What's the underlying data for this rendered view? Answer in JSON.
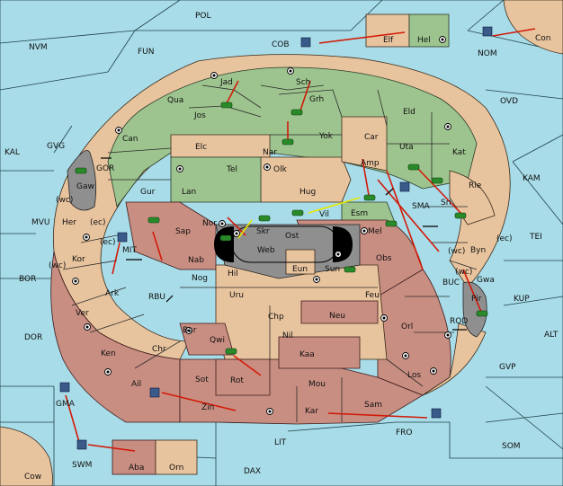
{
  "title": "Diplomacy variant map",
  "sea_labels": [
    "POL",
    "NVM",
    "FUN",
    "COB",
    "NOM",
    "OVD",
    "KAL",
    "GVG",
    "GOR",
    "KAM",
    "MVU",
    "TEI",
    "BOR",
    "MIT",
    "RBU",
    "BUC",
    "KUP",
    "DOR",
    "ROD",
    "ALT",
    "GVP",
    "FRO",
    "SOM",
    "LIT",
    "DAX",
    "GMA",
    "SWM",
    "Cow",
    "Con",
    "SMA"
  ],
  "land_labels": [
    "Elf",
    "Hel",
    "Jad",
    "Sch",
    "Qua",
    "Grh",
    "Jos",
    "Eld",
    "Can",
    "Car",
    "Yok",
    "Elc",
    "Nar",
    "Uta",
    "Kat",
    "Tel",
    "Olk",
    "Amp",
    "Gur",
    "Lan",
    "Hug",
    "Rie",
    "Gaw",
    "Esm",
    "Vil",
    "Skr",
    "Ost",
    "Nor",
    "Web",
    "Mel",
    "Sap",
    "Her",
    "Sri",
    "Byn",
    "Nab",
    "Kor",
    "Eun",
    "Sun",
    "Obs",
    "Hil",
    "Gwa",
    "Nog",
    "Uru",
    "Feu",
    "Ark",
    "Pir",
    "Ver",
    "Chp",
    "Neu",
    "Bar",
    "Orl",
    "Qwi",
    "Nil",
    "Ken",
    "Chr",
    "Kaa",
    "Sot",
    "Rot",
    "Los",
    "Mou",
    "Ail",
    "Zin",
    "Kar",
    "Sam",
    "Aba",
    "Orn"
  ],
  "coast_notes": [
    "(wc)",
    "(ec)",
    "(ec)",
    "(wc)",
    "(wc)",
    "(wc)",
    "(ec)"
  ],
  "colors": {
    "sea": "#a8dce8",
    "green": "#9dc48e",
    "tan": "#e8c49e",
    "red": "#c98e82",
    "grey": "#8f8f8f",
    "arrow": "#d21a08",
    "support": "#e8e800"
  },
  "units": {
    "armies": 16,
    "fleets": 8
  }
}
